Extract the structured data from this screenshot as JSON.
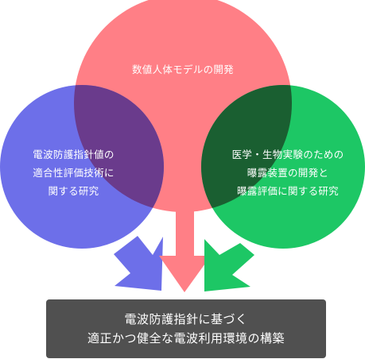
{
  "circles": {
    "top": {
      "lines": [
        "数値人体モデルの開発"
      ],
      "color": "#ff7f86"
    },
    "left": {
      "lines": [
        "電波防護指針値の",
        "適合性評価技術に",
        "関する研究"
      ],
      "color": "#6d6fe9"
    },
    "right": {
      "lines": [
        "医学・生物実験のための",
        "曝露装置の開発と",
        "曝露評価に関する研究"
      ],
      "color": "#1dc765"
    }
  },
  "overlap_colors": {
    "top_left": "#6a3b8c",
    "top_right": "#1a5f31"
  },
  "result": {
    "lines": [
      "電波防護指針に基づく",
      "適正かつ健全な電波利用環境の構築"
    ],
    "color": "#505050"
  }
}
